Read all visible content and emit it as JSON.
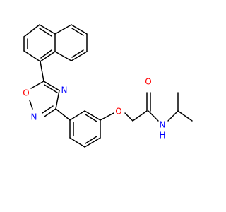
{
  "diagram": {
    "atoms": {
      "o_ring": {
        "symbol": "O"
      },
      "n_ring_1": {
        "symbol": "N"
      },
      "n_ring_2": {
        "symbol": "N"
      },
      "o_ether": {
        "symbol": "O"
      },
      "o_carbonyl": {
        "symbol": "O"
      },
      "n_amide": {
        "symbol": "N"
      },
      "h_amide": {
        "symbol": "H"
      }
    },
    "colors": {
      "bond": "#000000",
      "oxygen": "#ff0000",
      "nitrogen": "#0000ff",
      "background": "#ffffff"
    }
  }
}
